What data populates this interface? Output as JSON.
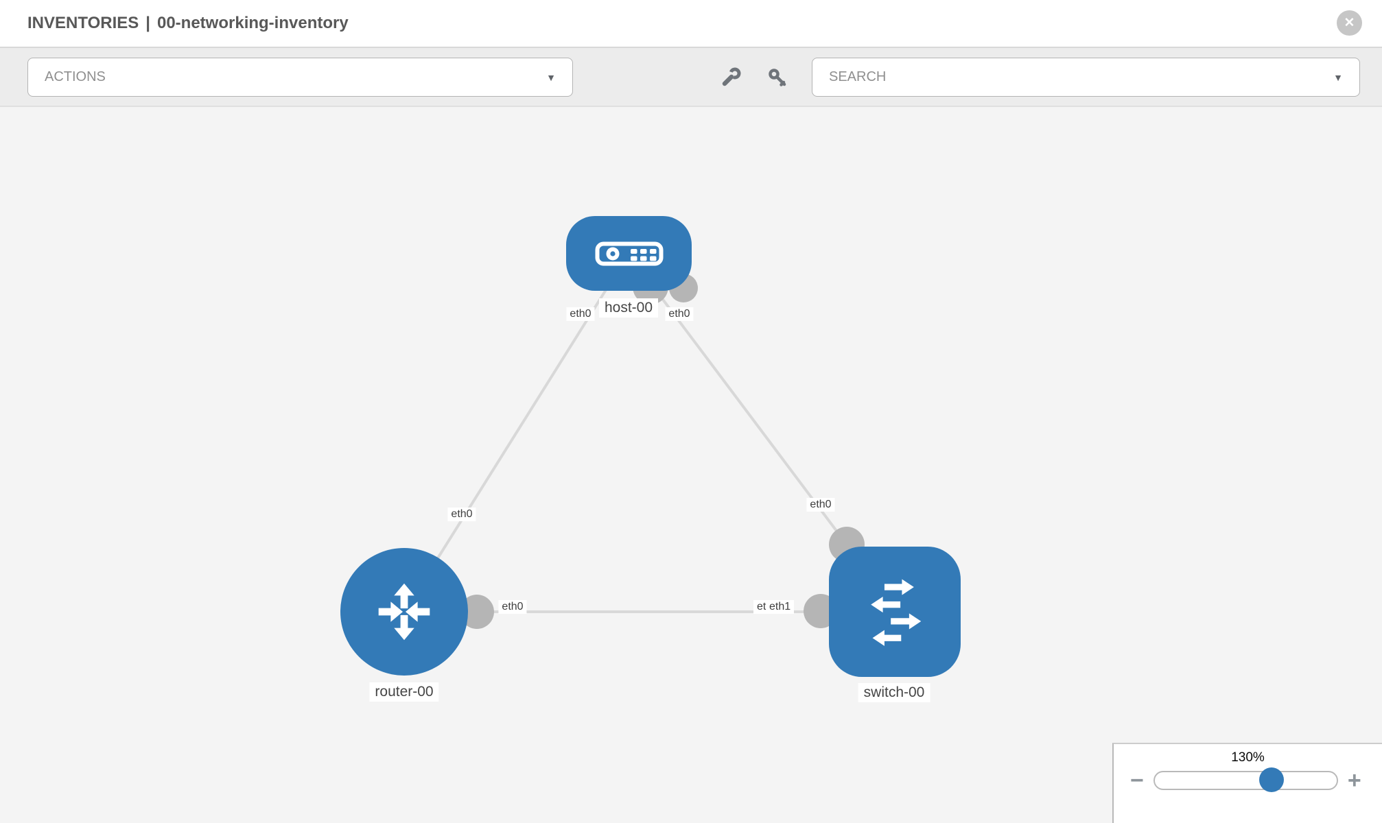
{
  "header": {
    "section": "INVENTORIES",
    "separator": "|",
    "inventory_name": "00-networking-inventory",
    "close_glyph": "✕"
  },
  "toolbar": {
    "actions_label": "ACTIONS",
    "search_placeholder": "SEARCH",
    "caret_glyph": "▼",
    "icons": {
      "wrench": "wrench-icon",
      "key": "key-icon",
      "caret": "chevron-down-icon",
      "close": "close-icon"
    }
  },
  "topology": {
    "nodes": [
      {
        "id": "host-00",
        "type": "host",
        "label": "host-00",
        "icon": "host-icon"
      },
      {
        "id": "router-00",
        "type": "router",
        "label": "router-00",
        "icon": "router-icon"
      },
      {
        "id": "switch-00",
        "type": "switch",
        "label": "switch-00",
        "icon": "switch-icon"
      }
    ],
    "links": [
      {
        "from": "host-00",
        "to": "router-00",
        "from_interface": "eth0",
        "to_interface": "eth0"
      },
      {
        "from": "host-00",
        "to": "switch-00",
        "from_interface": "eth0",
        "to_interface": "eth0"
      },
      {
        "from": "router-00",
        "to": "switch-00",
        "from_interface": "eth0",
        "to_interface": "eth1"
      }
    ],
    "iface_labels": {
      "host_left": "eth0",
      "host_right": "eth0",
      "router_top": "eth0",
      "switch_top": "eth0",
      "mid_left": "eth0",
      "mid_right_back": "eth0",
      "mid_right_front": "eth1"
    }
  },
  "zoom_control": {
    "level": "130%",
    "minus_glyph": "−",
    "plus_glyph": "+"
  },
  "colors": {
    "node_blue": "#337ab7",
    "edge_gray": "#d8d8d8",
    "port_gray": "#b5b5b5",
    "toolbar_gray": "#ececec",
    "canvas_gray": "#f4f4f4",
    "title_gray": "#585858"
  }
}
